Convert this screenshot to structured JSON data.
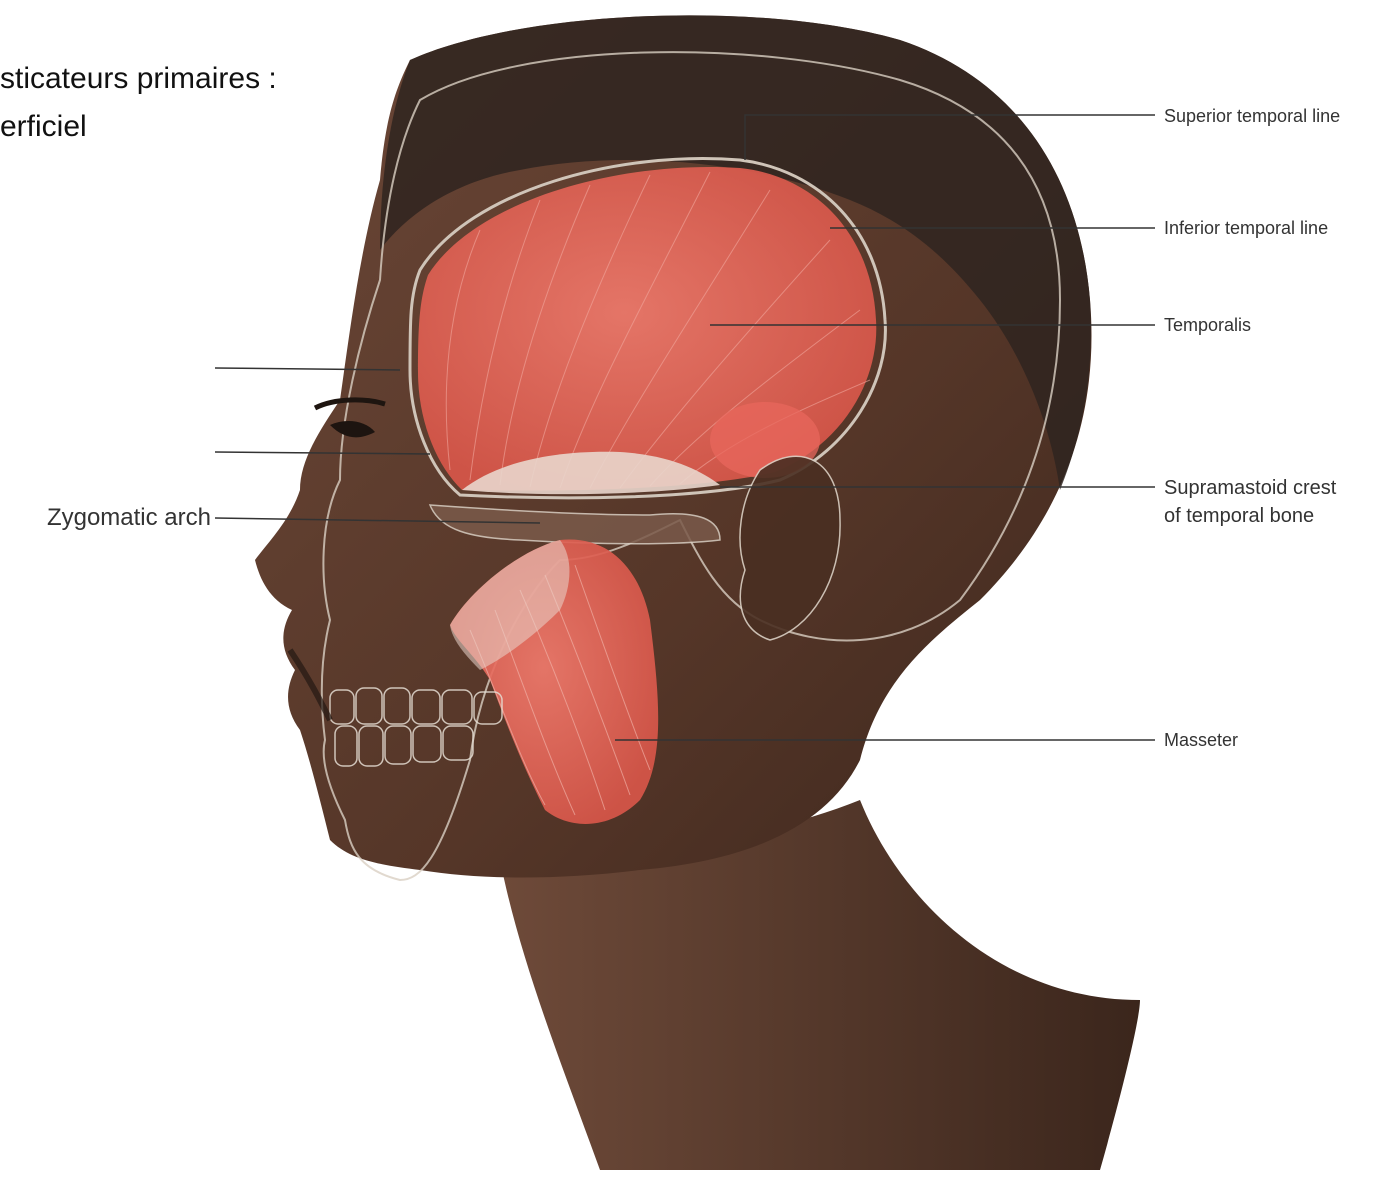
{
  "title": {
    "line1": "sticateurs primaires :",
    "line2": "erficiel"
  },
  "labels": {
    "superior_temporal_line": "Superior temporal line",
    "inferior_temporal_line": "Inferior temporal line",
    "temporalis": "Temporalis",
    "supramastoid_line1": "Supramastoid crest",
    "supramastoid_line2": "of temporal bone",
    "masseter": "Masseter",
    "zygomatic_arch": "Zygomatic arch"
  },
  "colors": {
    "skin": "#5a3b2c",
    "skin_dark": "#3a251b",
    "hair": "#2f2520",
    "muscle": "#e8675c",
    "muscle_light": "#f29b8f",
    "tendon": "#e9d6cc",
    "bone_outline": "#d9cfc3",
    "leader_line": "#333333"
  }
}
